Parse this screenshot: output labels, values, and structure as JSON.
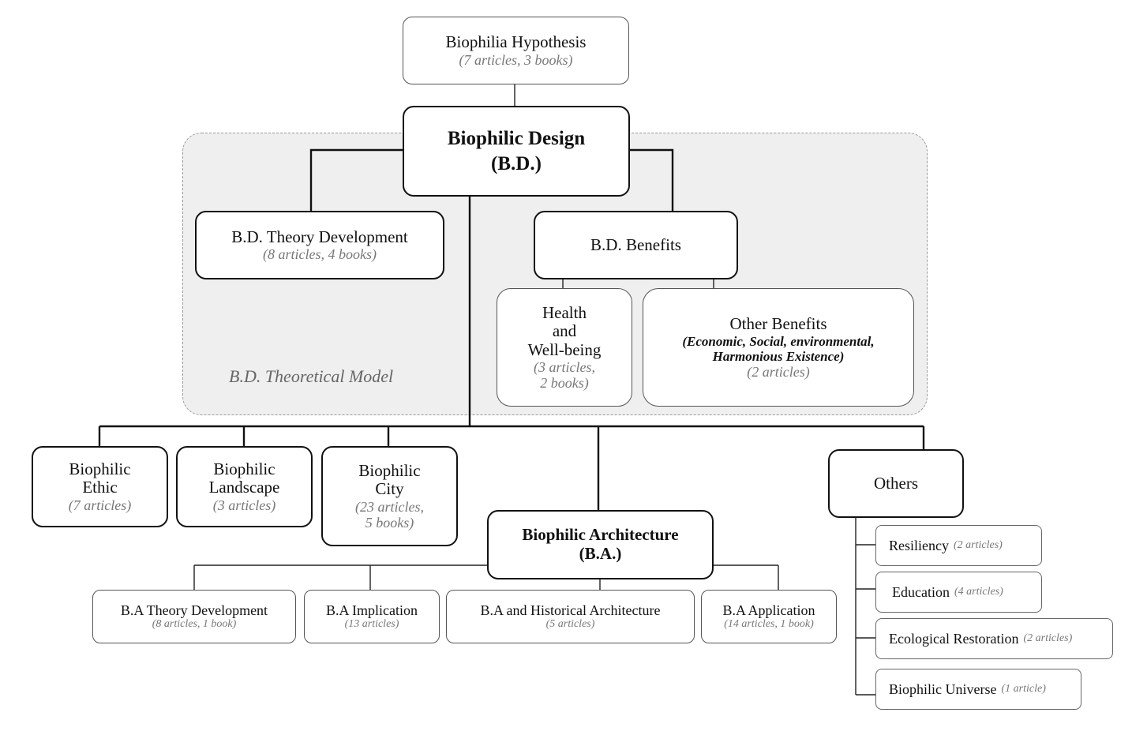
{
  "region_label": "B.D. Theoretical Model",
  "hypothesis": {
    "title": "Biophilia Hypothesis",
    "sub": "(7 articles, 3 books)"
  },
  "bd": {
    "line1": "Biophilic Design",
    "line2": "(B.D.)"
  },
  "theory": {
    "title": "B.D. Theory Development",
    "sub": "(8 articles, 4 books)"
  },
  "benefits": {
    "title": "B.D. Benefits"
  },
  "health": {
    "l1": "Health",
    "l2": "and",
    "l3": "Well-being",
    "s1": "(3 articles,",
    "s2": "2 books)"
  },
  "other_benefits": {
    "title": "Other Benefits",
    "d1": "(Economic, Social, environmental,",
    "d2": "Harmonious Existence)",
    "sub": "(2 articles)"
  },
  "ethic": {
    "l1": "Biophilic",
    "l2": "Ethic",
    "sub": "(7 articles)"
  },
  "landscape": {
    "l1": "Biophilic",
    "l2": "Landscape",
    "sub": "(3 articles)"
  },
  "city": {
    "l1": "Biophilic",
    "l2": "City",
    "s1": "(23 articles,",
    "s2": "5 books)"
  },
  "ba": {
    "line1": "Biophilic Architecture",
    "line2": "(B.A.)"
  },
  "others": {
    "title": "Others"
  },
  "ba_children": [
    {
      "title": "B.A Theory Development",
      "sub": "(8 articles, 1 book)"
    },
    {
      "title": "B.A Implication",
      "sub": "(13 articles)"
    },
    {
      "title": "B.A and Historical Architecture",
      "sub": "(5 articles)"
    },
    {
      "title": "B.A Application",
      "sub": "(14 articles, 1 book)"
    }
  ],
  "others_children": [
    {
      "title": "Resiliency",
      "sub": "(2 articles)"
    },
    {
      "title": "Education",
      "sub": "(4 articles)"
    },
    {
      "title": "Ecological Restoration",
      "sub": "(2 articles)"
    },
    {
      "title": "Biophilic Universe",
      "sub": "(1 article)"
    }
  ]
}
